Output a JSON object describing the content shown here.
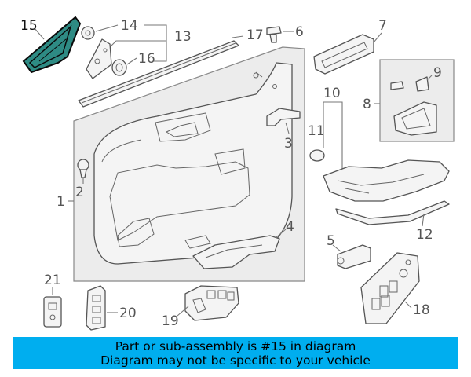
{
  "callouts": {
    "c1": "1",
    "c2": "2",
    "c3": "3",
    "c4": "4",
    "c5": "5",
    "c6": "6",
    "c7": "7",
    "c8": "8",
    "c9": "9",
    "c10": "10",
    "c11": "11",
    "c12": "12",
    "c13": "13",
    "c14": "14",
    "c15": "15",
    "c16": "16",
    "c17": "17",
    "c18": "18",
    "c19": "19",
    "c20": "20",
    "c21": "21"
  },
  "highlighted_part": "15",
  "colors": {
    "banner": "#00aeef",
    "highlight": "#2e8b84"
  },
  "banner": {
    "line1": "Part or sub-assembly is #15 in diagram",
    "line2": "Diagram may not be specific to your vehicle"
  }
}
